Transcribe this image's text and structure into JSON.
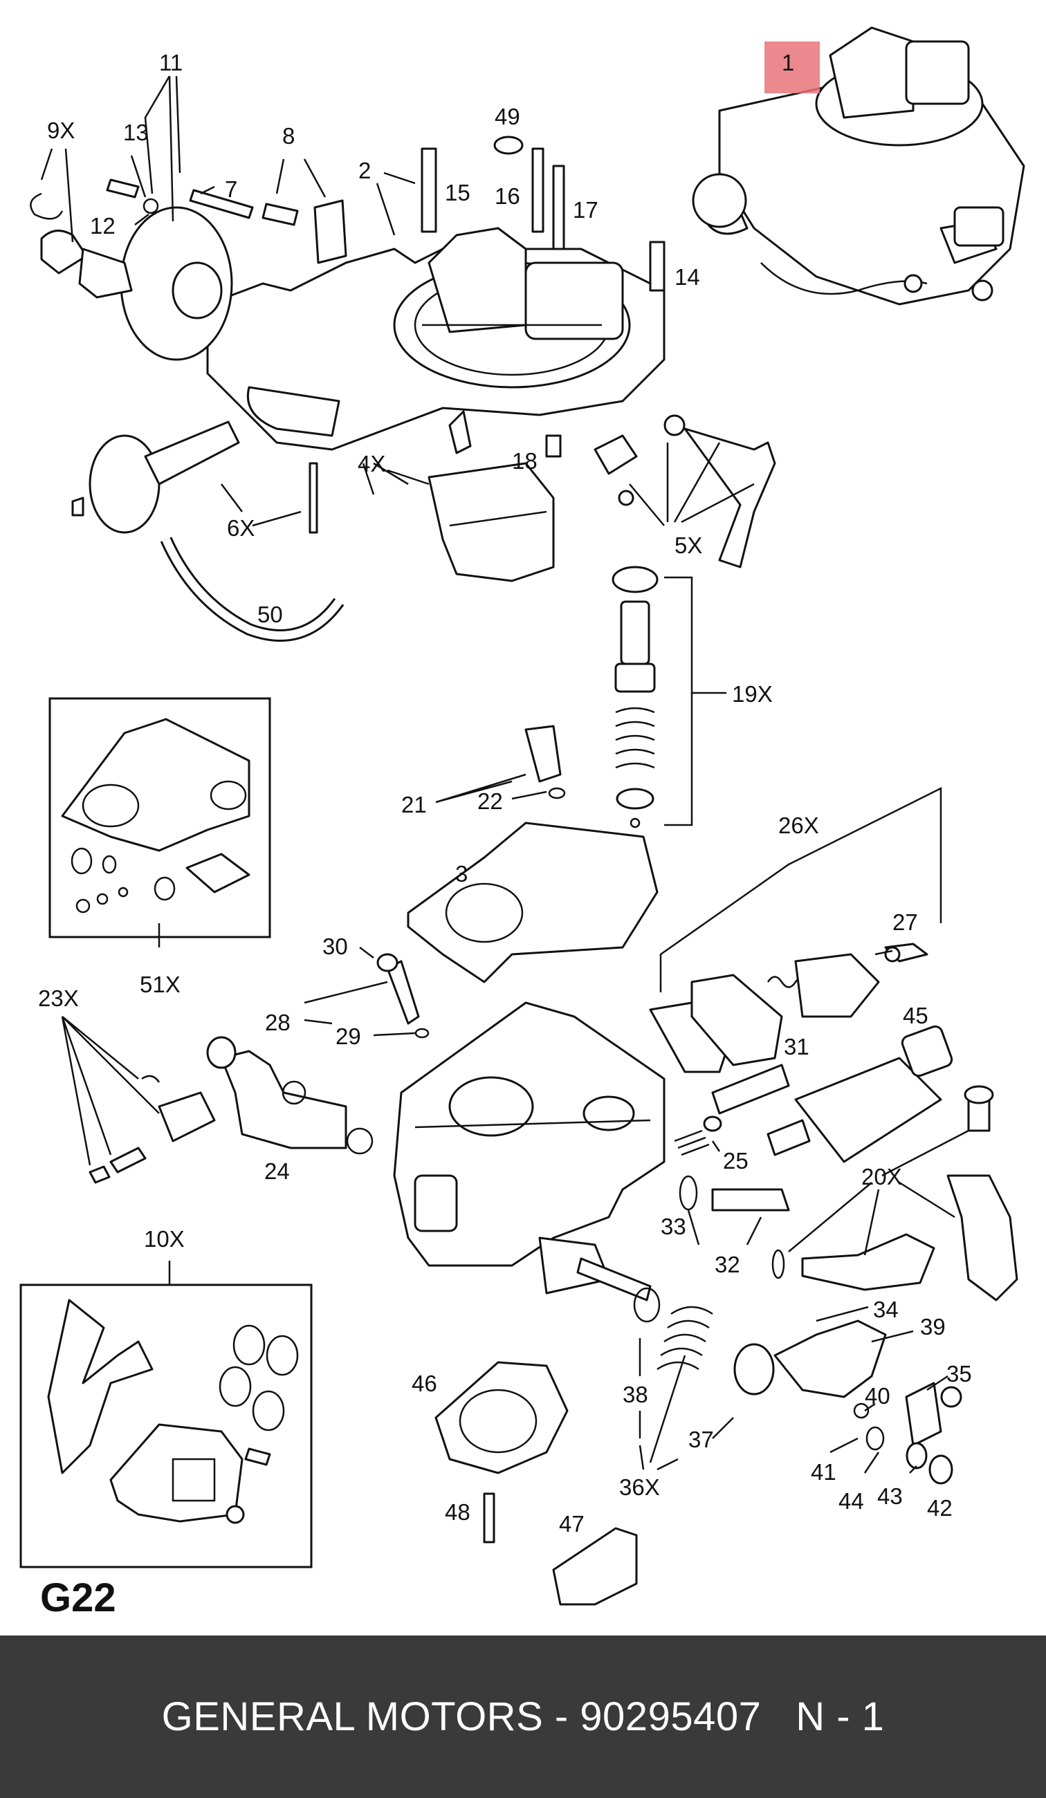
{
  "diagram": {
    "page_code": "G22",
    "highlight_label": "1",
    "highlight_color": "#e8747a",
    "callouts": [
      "11",
      "9X",
      "13",
      "7",
      "8",
      "49",
      "2",
      "15",
      "16",
      "17",
      "12",
      "14",
      "4X",
      "18",
      "6X",
      "5X",
      "50",
      "19X",
      "21",
      "22",
      "3",
      "26X",
      "27",
      "30",
      "45",
      "28",
      "29",
      "31",
      "23X",
      "51X",
      "24",
      "25",
      "20X",
      "33",
      "32",
      "10X",
      "34",
      "39",
      "35",
      "46",
      "38",
      "40",
      "37",
      "41",
      "43",
      "44",
      "42",
      "36X",
      "48",
      "47"
    ]
  },
  "footer": {
    "text": "GENERAL MOTORS - 90295407   N - 1",
    "background": "#3a3a3a"
  }
}
